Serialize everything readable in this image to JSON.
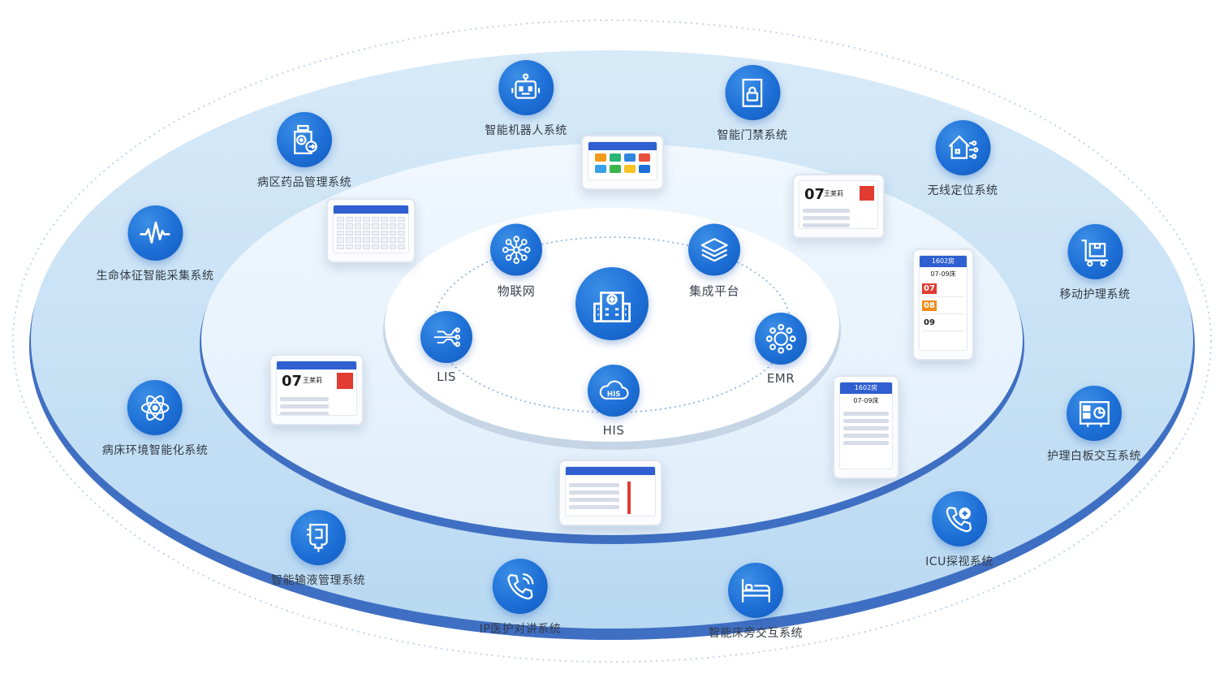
{
  "center": {
    "icon": "hospital-building-icon"
  },
  "inner_nodes": [
    {
      "id": "iot",
      "label": "物联网",
      "icon": "network-nodes-icon"
    },
    {
      "id": "integration",
      "label": "集成平台",
      "icon": "layers-stack-icon"
    },
    {
      "id": "lis",
      "label": "LIS",
      "icon": "circuit-branches-icon"
    },
    {
      "id": "emr",
      "label": "EMR",
      "icon": "ring-dots-icon"
    },
    {
      "id": "his",
      "label": "HIS",
      "icon": "his-cloud-icon",
      "icon_text": "HIS"
    }
  ],
  "outer_nodes": [
    {
      "id": "robot",
      "label": "智能机器人系统",
      "icon": "robot-icon"
    },
    {
      "id": "access",
      "label": "智能门禁系统",
      "icon": "door-lock-icon"
    },
    {
      "id": "pharmacy",
      "label": "病区药品管理系统",
      "icon": "medicine-bottle-icon"
    },
    {
      "id": "location",
      "label": "无线定位系统",
      "icon": "smart-home-network-icon"
    },
    {
      "id": "vitals",
      "label": "生命体征智能采集系统",
      "icon": "heartbeat-wave-icon"
    },
    {
      "id": "mobile_nursing",
      "label": "移动护理系统",
      "icon": "cart-box-icon"
    },
    {
      "id": "bed_env",
      "label": "病床环境智能化系统",
      "icon": "atom-icon"
    },
    {
      "id": "whiteboard",
      "label": "护理白板交互系统",
      "icon": "whiteboard-chart-icon"
    },
    {
      "id": "infusion",
      "label": "智能输液管理系统",
      "icon": "iv-bag-icon"
    },
    {
      "id": "icu",
      "label": "ICU探视系统",
      "icon": "phone-medical-icon"
    },
    {
      "id": "intercom",
      "label": "IP医护对讲系统",
      "icon": "phone-call-icon"
    },
    {
      "id": "bedside",
      "label": "智能床旁交互系统",
      "icon": "bed-icon"
    }
  ],
  "devices": {
    "bed_terminal_number": "07",
    "bed_terminal_name": "王莱莉",
    "room_number": "1602房",
    "bed_range": "07-09床",
    "beds": [
      "07",
      "08",
      "09"
    ]
  },
  "colors": {
    "primary": "#1d6fd6",
    "outer_ring": "#c9e2f6",
    "middle_ring": "#e8f3fc",
    "inner_disc": "#ffffff",
    "rim": "#3f6fc2"
  }
}
